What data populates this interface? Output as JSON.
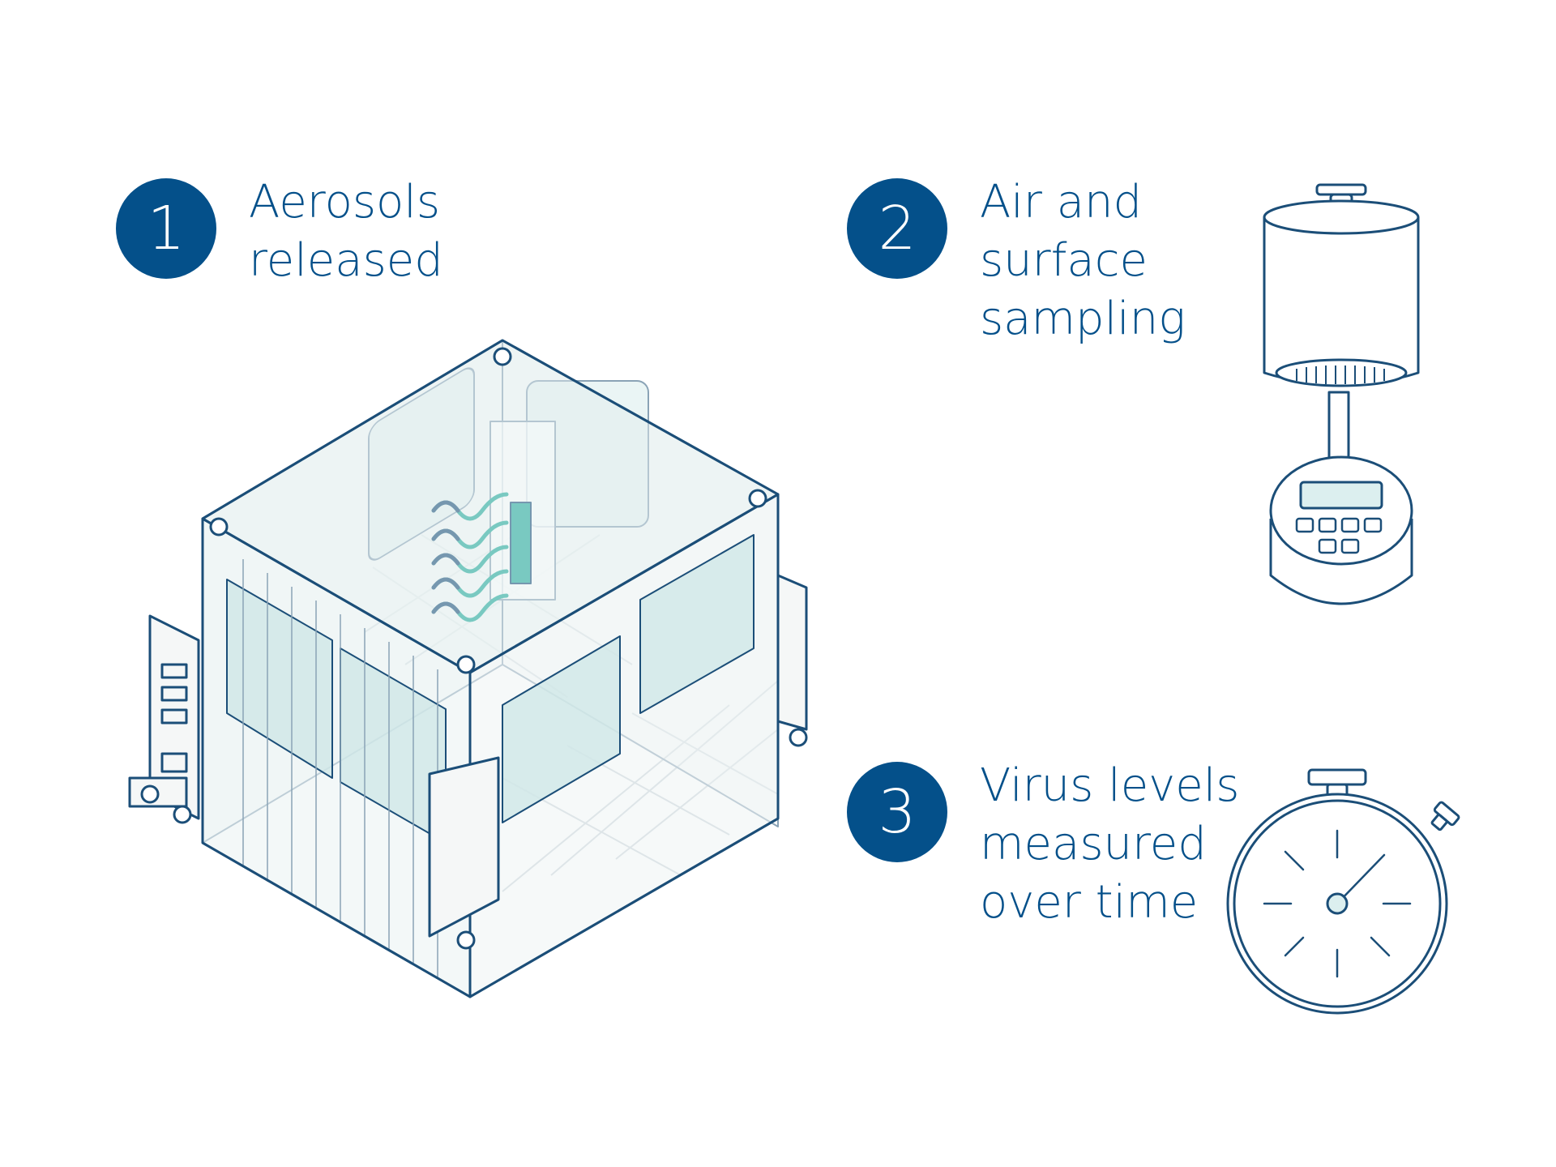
{
  "steps": [
    {
      "number": "1",
      "label": "Aerosols\nreleased"
    },
    {
      "number": "2",
      "label": "Air and\nsurface\nsampling"
    },
    {
      "number": "3",
      "label": "Virus levels\nmeasured\nover time"
    }
  ],
  "colors": {
    "primary": "#04508a",
    "teal": "#1fa89a",
    "glass": "#dcefef",
    "panel": "#f3f5f5",
    "line": "#1b4e78"
  },
  "icons": [
    "chamber-illustration",
    "air-sampler-icon",
    "stopwatch-icon"
  ]
}
